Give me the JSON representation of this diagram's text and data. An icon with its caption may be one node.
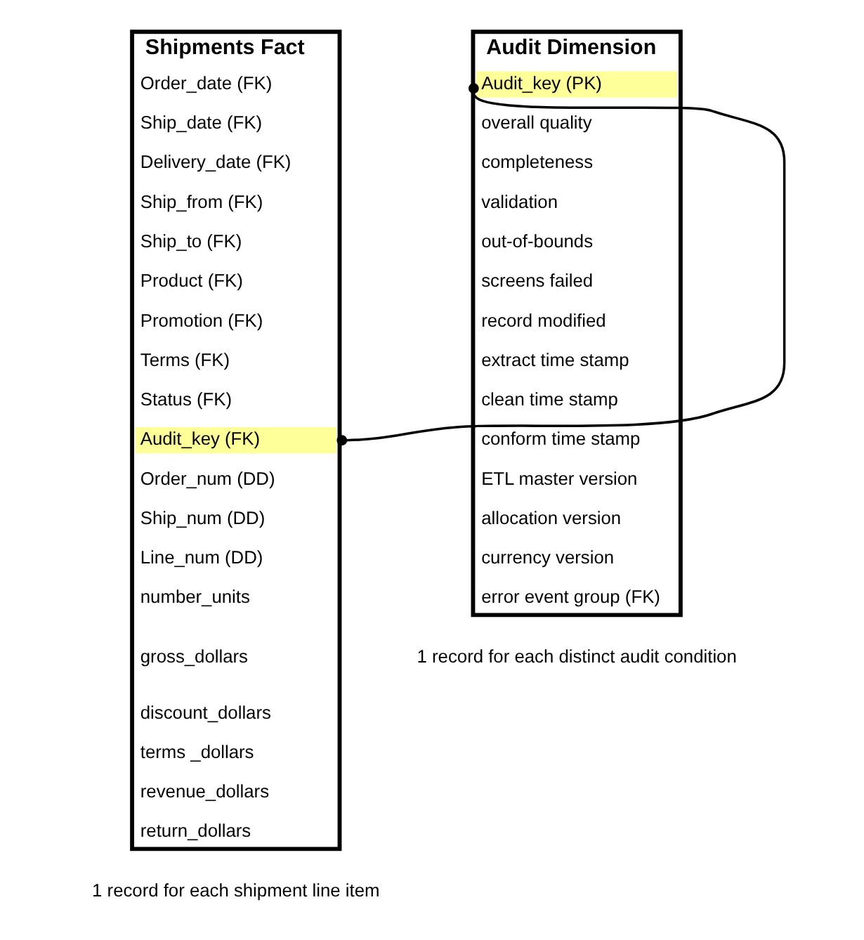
{
  "diagram": {
    "nodes": [
      {
        "text": [
          "Shipments Fact"
        ],
        "beside": [
          "1 record for each shipment line item"
        ]
      },
      {
        "text": [
          "Order_date (FK)"
        ],
        "in": 0
      },
      {
        "text": [
          "Ship_date (FK)"
        ],
        "in": 0
      },
      {
        "text": [
          "Delivery_date (FK)"
        ],
        "in": 0
      },
      {
        "text": [
          "Ship_from (FK)"
        ],
        "in": 0
      },
      {
        "text": [
          "Ship_to (FK)"
        ],
        "in": 0
      },
      {
        "text": [
          "Product (FK)"
        ],
        "in": 0
      },
      {
        "text": [
          "Promotion (FK)"
        ],
        "in": 0
      },
      {
        "text": [
          "Terms (FK)"
        ],
        "in": 0
      },
      {
        "text": [
          "Status (FK)"
        ],
        "in": 0
      },
      {
        "text": [
          "Audit_key (FK)"
        ],
        "in": 0
      },
      {
        "text": [
          "Order_num (DD)"
        ],
        "in": 0
      },
      {
        "text": [
          "Ship_num (DD)"
        ],
        "in": 0
      },
      {
        "text": [
          "Line_num (DD)"
        ],
        "in": 0
      },
      {
        "text": [
          "number_units"
        ],
        "in": 0
      },
      {
        "text": [
          "gross_dollars"
        ],
        "in": 0
      },
      {
        "text": [
          "discount_dollars"
        ],
        "in": 0
      },
      {
        "text": [
          "terms _dollars"
        ],
        "in": 0
      },
      {
        "text": [
          "revenue_dollars"
        ],
        "in": 0
      },
      {
        "text": [
          "return_dollars"
        ],
        "in": 0
      },
      {
        "text": [
          "Audit Dimension"
        ],
        "beside": [
          "1 record for each distinct audit condition"
        ]
      },
      {
        "text": [
          "Audit_key (PK)"
        ],
        "in": 20
      },
      {
        "text": [
          "overall quality"
        ],
        "in": 20
      },
      {
        "text": [
          "completeness"
        ],
        "in": 20
      },
      {
        "text": [
          "validation"
        ],
        "in": 20
      },
      {
        "text": [
          "out-of-bounds"
        ],
        "in": 20
      },
      {
        "text": [
          "screens failed"
        ],
        "in": 20
      },
      {
        "text": [
          "record modified"
        ],
        "in": 20
      },
      {
        "text": [
          "extract time stamp"
        ],
        "in": 20
      },
      {
        "text": [
          "clean time stamp"
        ],
        "in": 20
      },
      {
        "text": [
          "conform time stamp"
        ],
        "in": 20
      },
      {
        "text": [
          "ETL master version"
        ],
        "in": 20
      },
      {
        "text": [
          "allocation version"
        ],
        "in": 20
      },
      {
        "text": [
          "currency version"
        ],
        "in": 20
      },
      {
        "text": [
          "error event group (FK)"
        ],
        "in": 20
      }
    ],
    "edges": [
      {
        "from": 10,
        "to": 21,
        "arrow": "other"
      }
    ]
  }
}
